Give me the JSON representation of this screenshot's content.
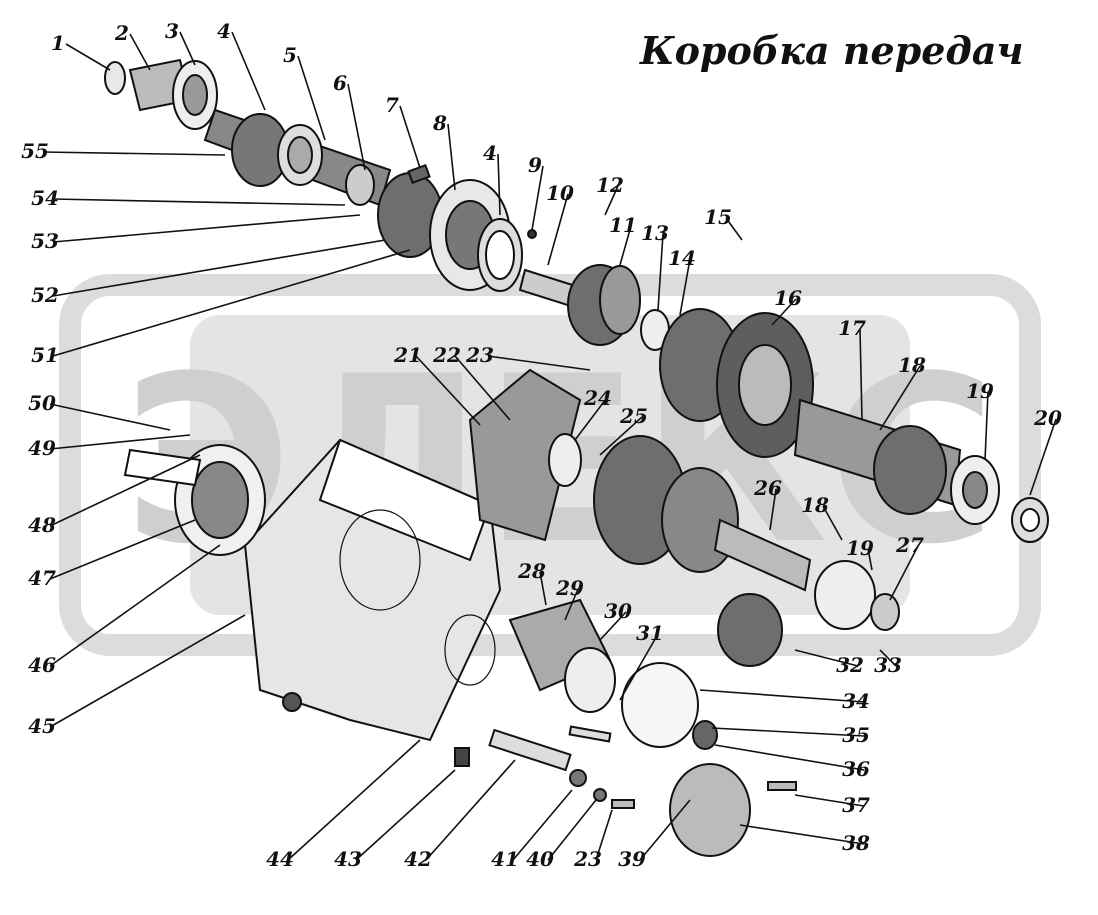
{
  "title": "Коробка передач",
  "colors": {
    "background": "#ffffff",
    "ink": "#111111",
    "watermark": "#d4d4d4",
    "part_shade": "#6e6e6e",
    "part_light": "#e8e8e8"
  },
  "watermark_text": "ЭЛЕКС",
  "labels": [
    "1",
    "2",
    "3",
    "4",
    "5",
    "6",
    "7",
    "8",
    "4",
    "9",
    "10",
    "12",
    "11",
    "13",
    "15",
    "14",
    "16",
    "55",
    "54",
    "53",
    "52",
    "51",
    "17",
    "18",
    "19",
    "20",
    "21",
    "22",
    "23",
    "24",
    "25",
    "50",
    "49",
    "48",
    "47",
    "46",
    "45",
    "26",
    "18",
    "19",
    "27",
    "28",
    "29",
    "30",
    "31",
    "32",
    "33",
    "34",
    "35",
    "36",
    "37",
    "38",
    "44",
    "43",
    "42",
    "41",
    "40",
    "23",
    "39"
  ]
}
